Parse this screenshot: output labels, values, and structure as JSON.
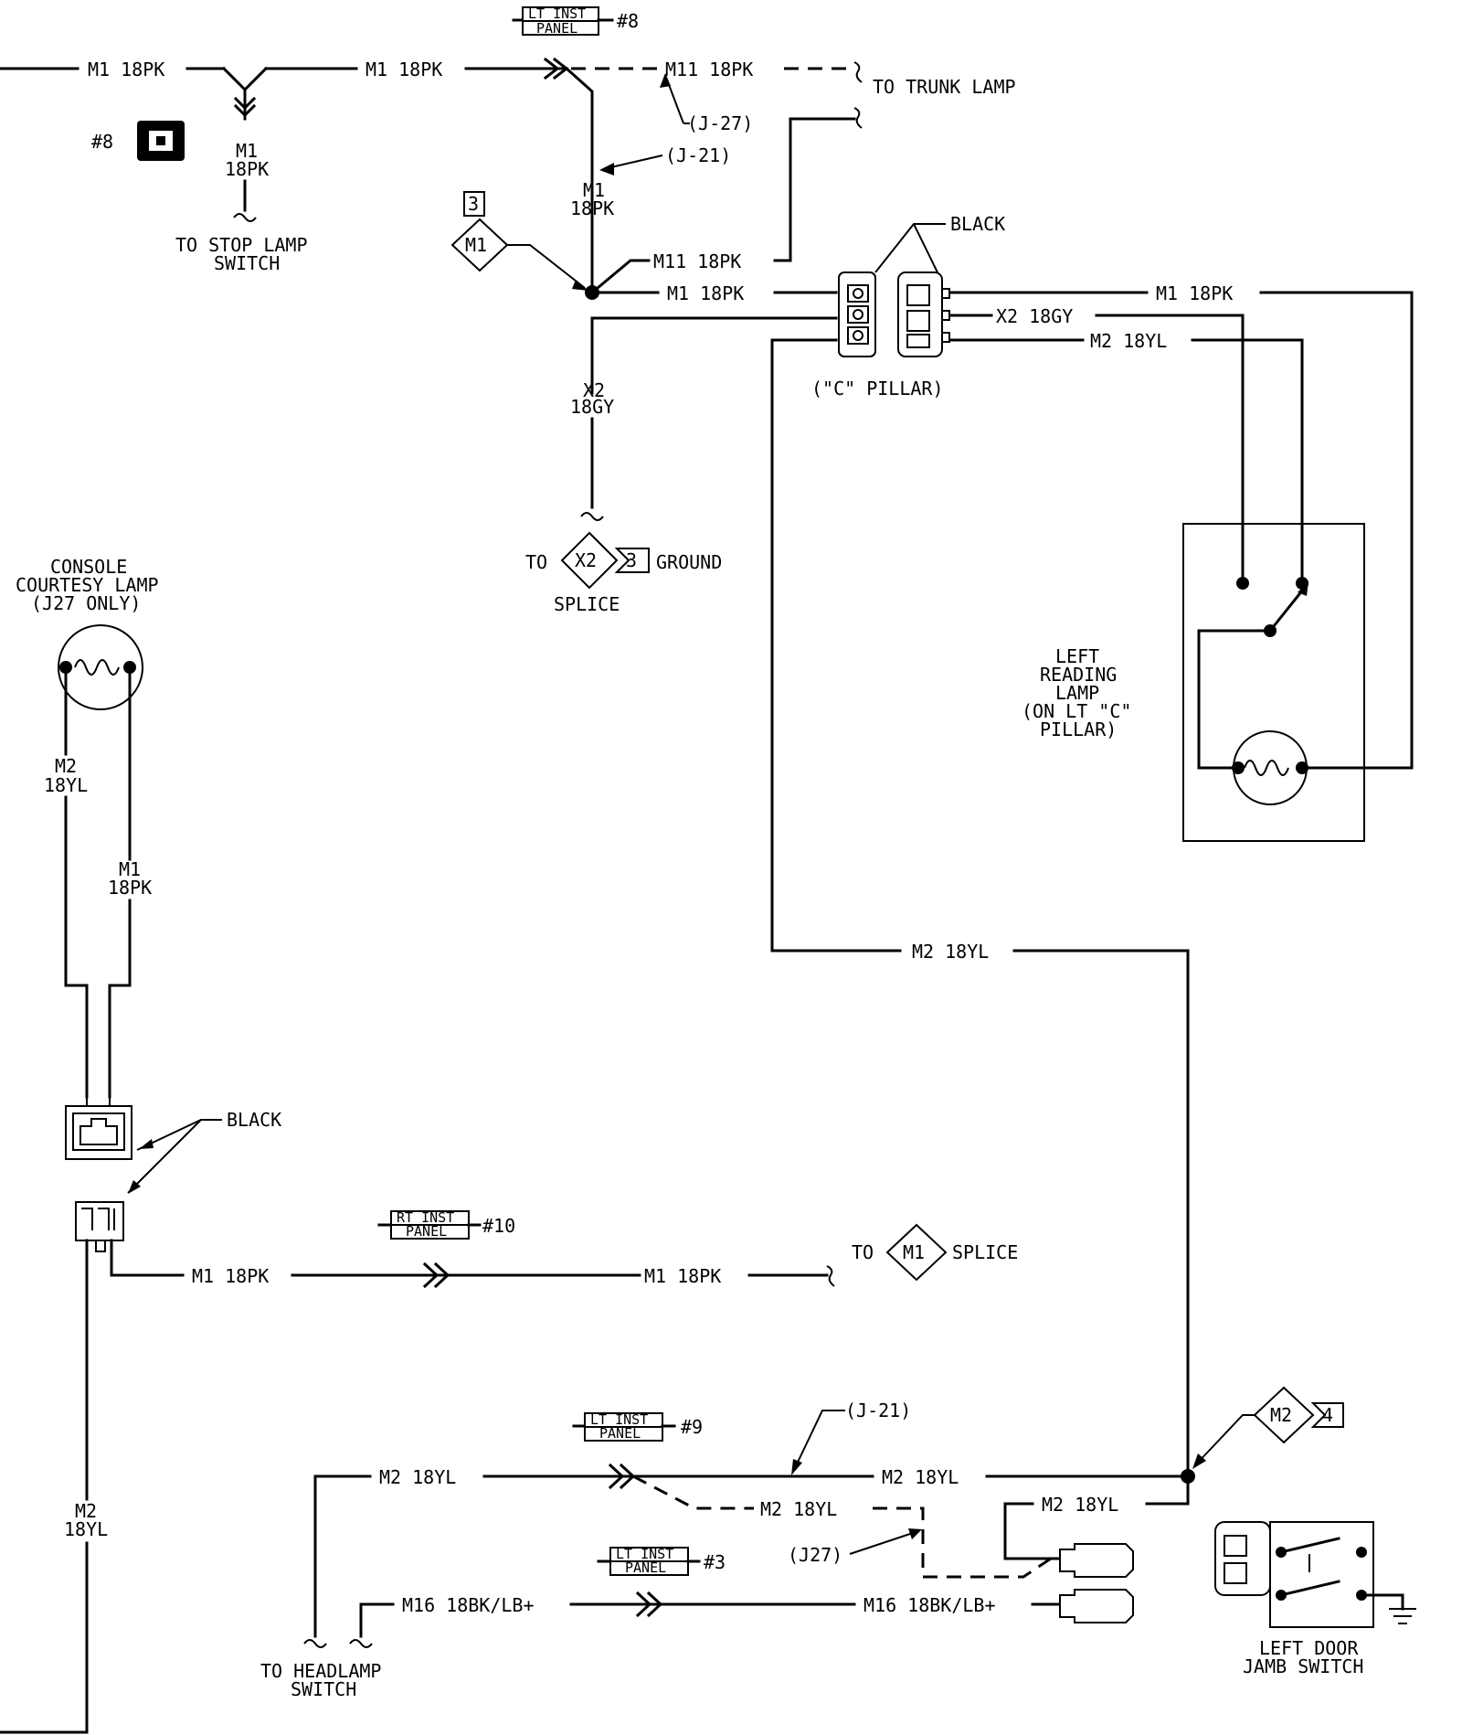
{
  "labels": {
    "m1_18pk": "M1 18PK",
    "m1": "M1",
    "m11_18pk": "M11 18PK",
    "m2_18yl": "M2 18YL",
    "m2": "M2",
    "x2_18gy": "X2 18GY",
    "x2": "X2",
    "wire_18pk": "18PK",
    "wire_18yl": "18YL",
    "wire_18gy": "18GY",
    "m16_18bk_lb": "M16 18BK/LB+",
    "j27_paren": "(J-27)",
    "j21_paren": "(J-21)",
    "j27_short": "(J27)",
    "to_trunk_lamp": "TO TRUNK LAMP",
    "to_stop_lamp_1": "TO STOP LAMP",
    "to_stop_lamp_2": "SWITCH",
    "black": "BLACK",
    "c_pillar": "(\"C\" PILLAR)",
    "to": "TO",
    "ground": "GROUND",
    "splice": "SPLICE",
    "console_1": "CONSOLE",
    "console_2": "COURTESY LAMP",
    "console_3": "(J27 ONLY)",
    "reading_1": "LEFT",
    "reading_2": "READING",
    "reading_3": "LAMP",
    "reading_4": "(ON LT \"C\"",
    "reading_5": "PILLAR)",
    "to_headlamp_1": "TO HEADLAMP",
    "to_headlamp_2": "SWITCH",
    "door_jamb_1": "LEFT DOOR",
    "door_jamb_2": "JAMB SWITCH",
    "lt_inst": "LT INST",
    "rt_inst": "RT INST",
    "panel": "PANEL",
    "conn_8": "#8",
    "conn_9": "#9",
    "conn_10": "#10",
    "conn_3": "#3",
    "splice_num_3": "3",
    "splice_num_4": "4"
  }
}
